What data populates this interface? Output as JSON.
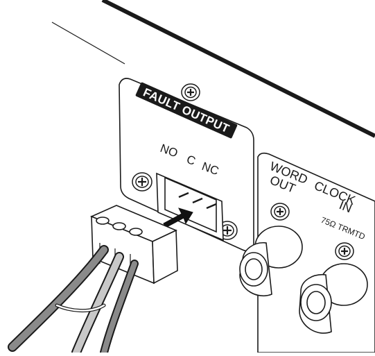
{
  "labels": {
    "fault_output": "FAULT OUTPUT",
    "no": "NO",
    "c": "C",
    "nc": "NC",
    "word": "WORD",
    "clock": "CLOCK",
    "out": "OUT",
    "in": "IN",
    "impedance": "75Ω TRMTD"
  },
  "colors": {
    "line": "#1a1a1a",
    "panel_fill": "#ffffff",
    "wire_gray": "#8a8a8a",
    "wire_light": "#c8c8c8",
    "arrow": "#111111"
  },
  "icons": [
    "screw-icon",
    "bnc-connector-icon",
    "terminal-plug-icon",
    "insert-arrow-icon"
  ]
}
